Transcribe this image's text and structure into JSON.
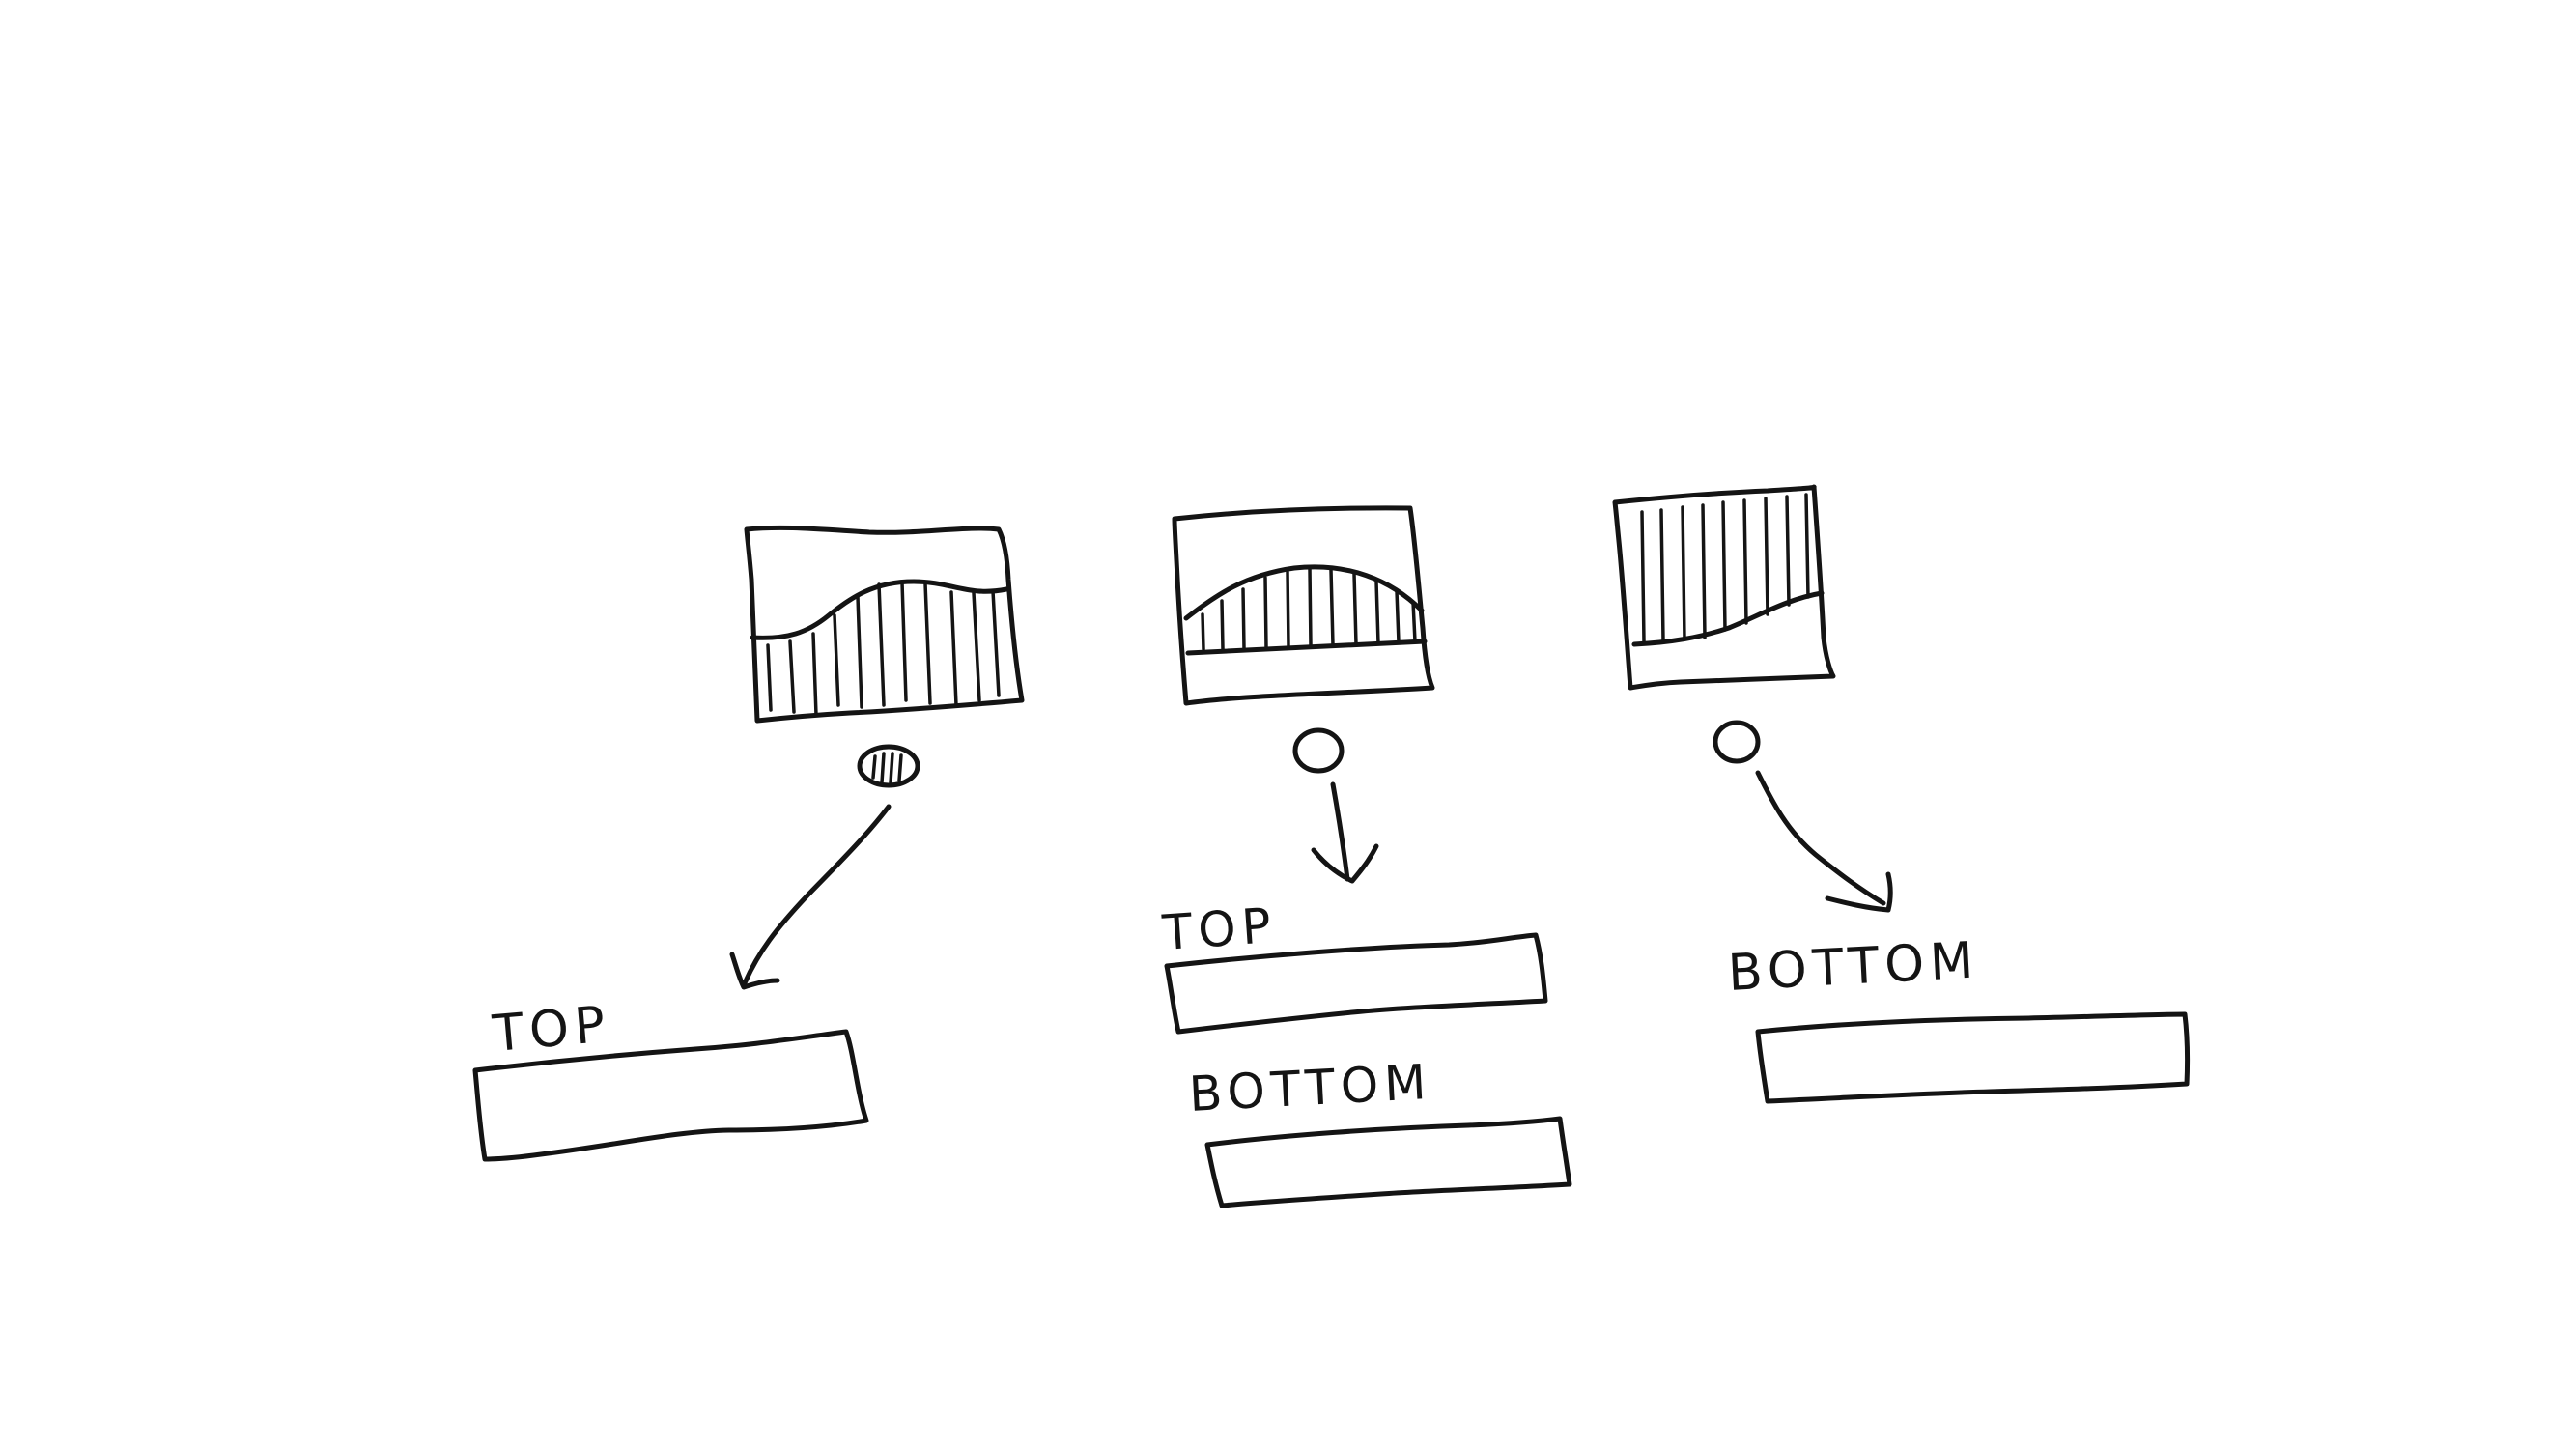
{
  "diagrams": [
    {
      "thumbnail_fill": "bottom",
      "handle_state": "filled",
      "fields": [
        {
          "label": "TOP"
        }
      ]
    },
    {
      "thumbnail_fill": "middle",
      "handle_state": "empty",
      "fields": [
        {
          "label": "TOP"
        },
        {
          "label": "BOTTOM"
        }
      ]
    },
    {
      "thumbnail_fill": "top",
      "handle_state": "empty",
      "fields": [
        {
          "label": "BOTTOM"
        }
      ]
    }
  ],
  "colors": {
    "ink": "#141414",
    "background": "#ffffff"
  }
}
